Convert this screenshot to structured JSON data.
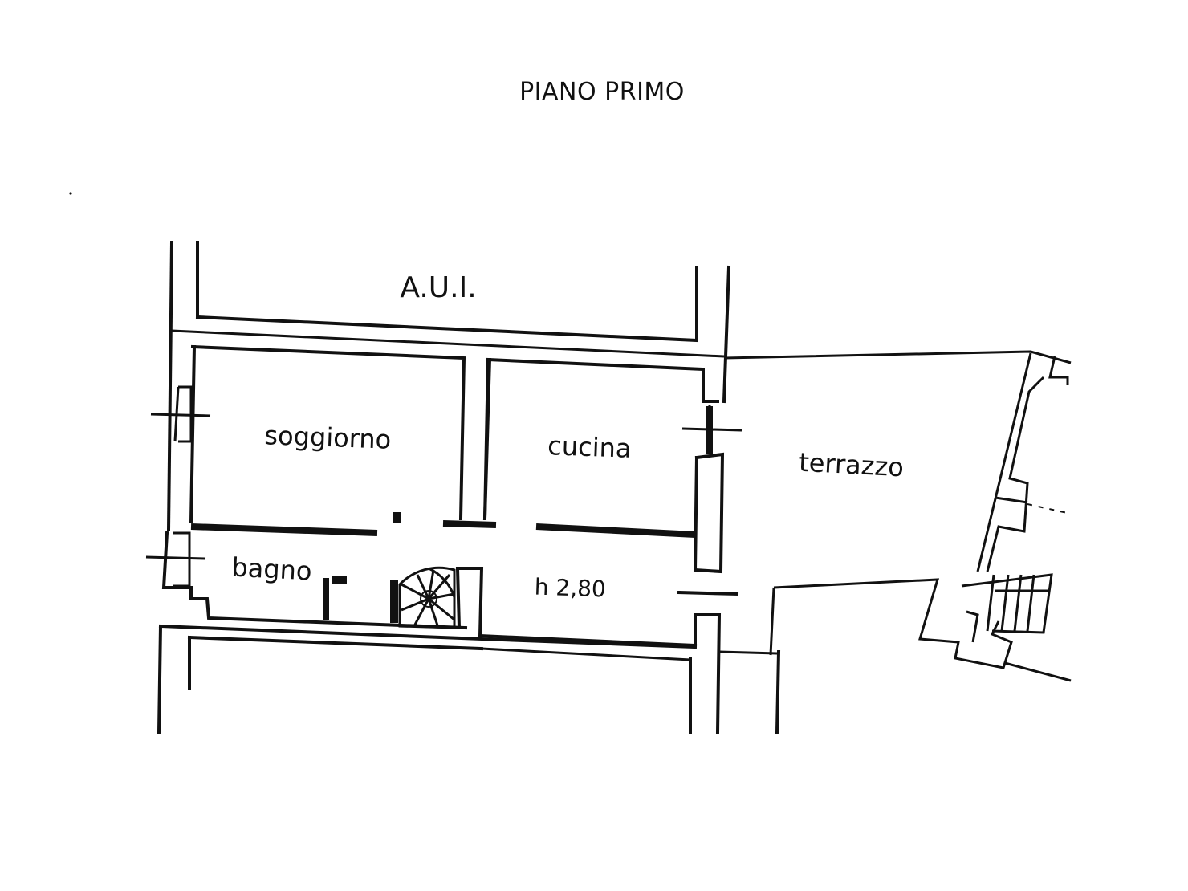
{
  "title": "PIANO PRIMO",
  "rooms": {
    "aui": "A.U.I.",
    "soggiorno": "soggiorno",
    "cucina": "cucina",
    "terrazzo": "terrazzo",
    "bagno": "bagno"
  },
  "height_note": "h 2,80"
}
